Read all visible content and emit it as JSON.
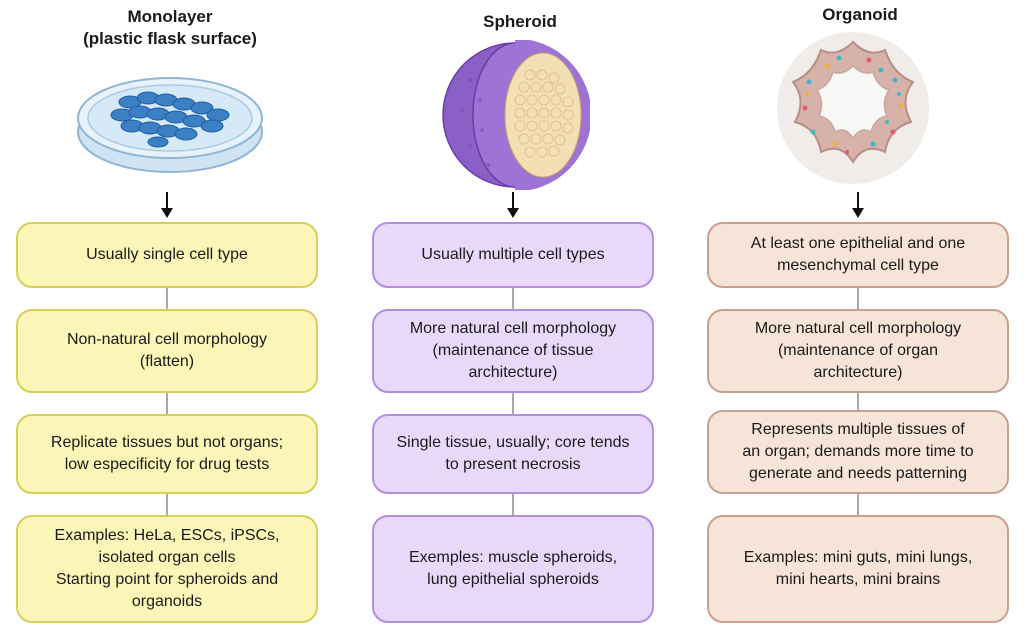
{
  "colors": {
    "monolayer_fill": "#fbf6b7",
    "monolayer_border": "#d7cf5c",
    "spheroid_fill": "#e8d9fb",
    "spheroid_border": "#b38de0",
    "organoid_fill": "#f6e4d9",
    "organoid_border": "#caa08d",
    "connector": "#a9a9a9"
  },
  "columns": [
    {
      "title": "Monolayer\n(plastic flask surface)",
      "illustration": "petri-dish-cells",
      "boxes": [
        "Usually single cell type",
        "Non-natural cell morphology\n(flatten)",
        "Replicate tissues but not organs;\nlow especificity for drug tests",
        "Examples: HeLa, ESCs, iPSCs,\nisolated organ cells\nStarting point for spheroids and\norganoids"
      ]
    },
    {
      "title": "Spheroid",
      "illustration": "spheroid-cross-section",
      "boxes": [
        "Usually multiple cell types",
        "More natural cell morphology\n(maintenance of tissue\narchitecture)",
        "Single tissue, usually; core tends\nto present necrosis",
        "Exemples: muscle spheroids,\nlung epithelial spheroids"
      ]
    },
    {
      "title": "Organoid",
      "illustration": "organoid-cross-section",
      "boxes": [
        "At least one epithelial and one\nmesenchymal cell type",
        "More natural cell morphology\n(maintenance of organ\narchitecture)",
        "Represents multiple tissues of\nan organ; demands more time to\ngenerate and needs patterning",
        "Examples: mini guts, mini lungs,\nmini hearts, mini brains"
      ]
    }
  ]
}
